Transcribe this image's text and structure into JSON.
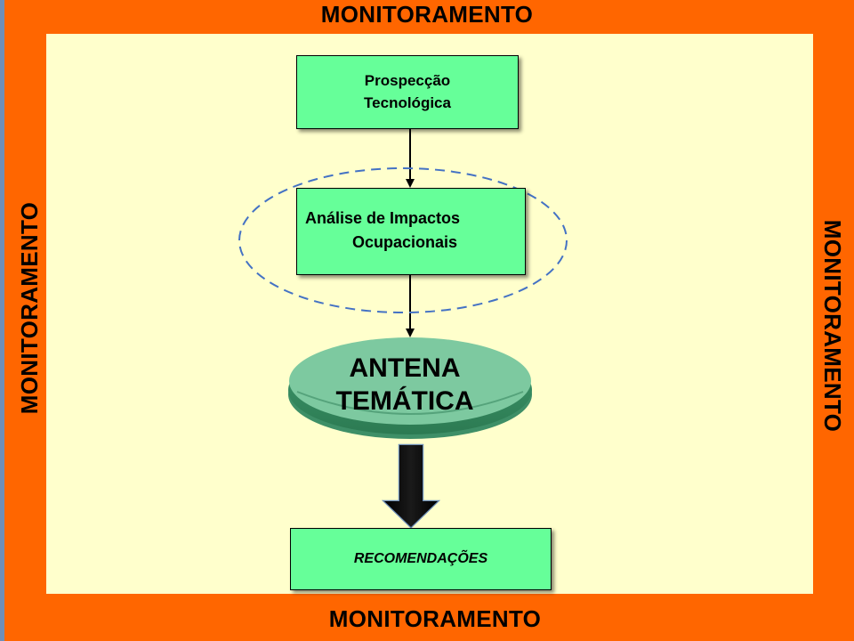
{
  "border": {
    "label_top": "MONITORAMENTO",
    "label_left": "MONITORAMENTO",
    "label_right": "MONITORAMENTO",
    "label_bottom": "MONITORAMENTO",
    "color": "#ff6600"
  },
  "canvas_color": "#ffffcc",
  "flow": {
    "step1": {
      "line1": "Prospecção",
      "line2": "Tecnológica"
    },
    "step2": {
      "line1": "Análise de Impactos",
      "line2": "Ocupacionais",
      "highlight": "dashed-ellipse"
    },
    "step3": {
      "line1": "ANTENA",
      "line2": "TEMÁTICA"
    },
    "step4": {
      "label": "RECOMENDAÇÕES"
    }
  },
  "colors": {
    "box_fill": "#66ff99",
    "disk_fill": "#7dc9a0",
    "ellipse_stroke": "#4472c4"
  }
}
